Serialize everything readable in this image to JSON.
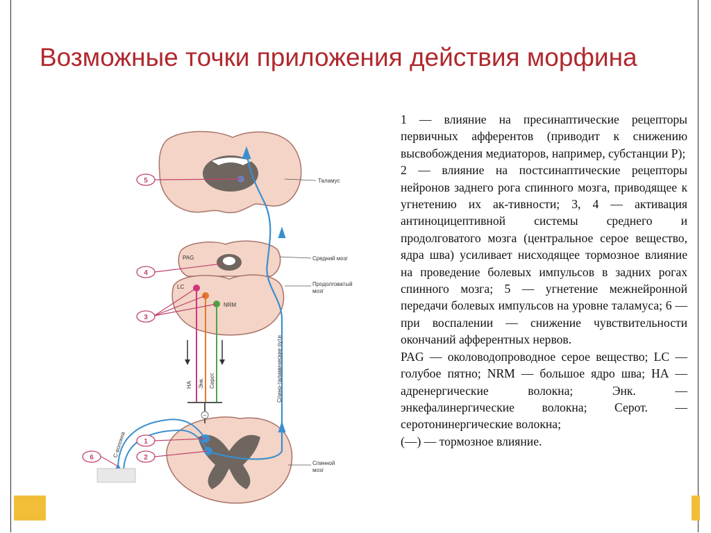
{
  "title": "Возможные точки приложения действия морфина",
  "description": [
    "1 — влияние на пресинаптические рецепторы первичных афферентов (приводит к снижению высвобождения медиаторов, например, субстанции Р);",
    "2 — влияние на постсинаптические рецепторы нейронов заднего рога спинного мозга, приводящее к угнетению их ак-тивности; 3, 4 — активация антиноцицептивной системы среднего и продолговатого мозга (центральное серое вещество, ядра шва) усиливает нисходящее тормозное влияние на проведение болевых импульсов в задних рогах спинного мозга; 5 — угнетение межнейронной передачи болевых импульсов на уровне таламуса; 6 — при воспалении — снижение чувствительности окончаний афферентных нервов.",
    "PAG — околоводопроводное серое вещество; LC — голубое пятно; NRM — большое ядро шва; НА — адренергические волокна; Энк. — энкефалинергические волокна; Серот. — серотонинергические волокна;",
    "(—) — тормозное влияние."
  ],
  "diagram": {
    "labels": {
      "thalamus": "Таламус",
      "midbrain": "Средний мозг",
      "medulla_1": "Продолговатый",
      "medulla_2": "мозг",
      "spinal_1": "Спинной",
      "spinal_2": "мозг",
      "pag": "PAG",
      "lc": "LC",
      "nrm": "NRM",
      "na": "НА",
      "enk": "Энк.",
      "serot": "Серот.",
      "tract": "Спино-таламические пути",
      "c_fiber": "С-волокна",
      "minus": "−"
    },
    "markers": [
      "5",
      "4",
      "3",
      "1",
      "2",
      "6"
    ],
    "colors": {
      "tissue": "#f3d4c6",
      "tissue_stroke": "#a8736a",
      "gray_matter": "#6f6660",
      "pathway": "#3a8fd0",
      "marker": "#c0436e",
      "na_fiber": "#d6317e",
      "enk_fiber": "#e4782a",
      "serot_fiber": "#4ca446",
      "accent_frame": "#f2be3a",
      "title": "#b0292e"
    }
  }
}
